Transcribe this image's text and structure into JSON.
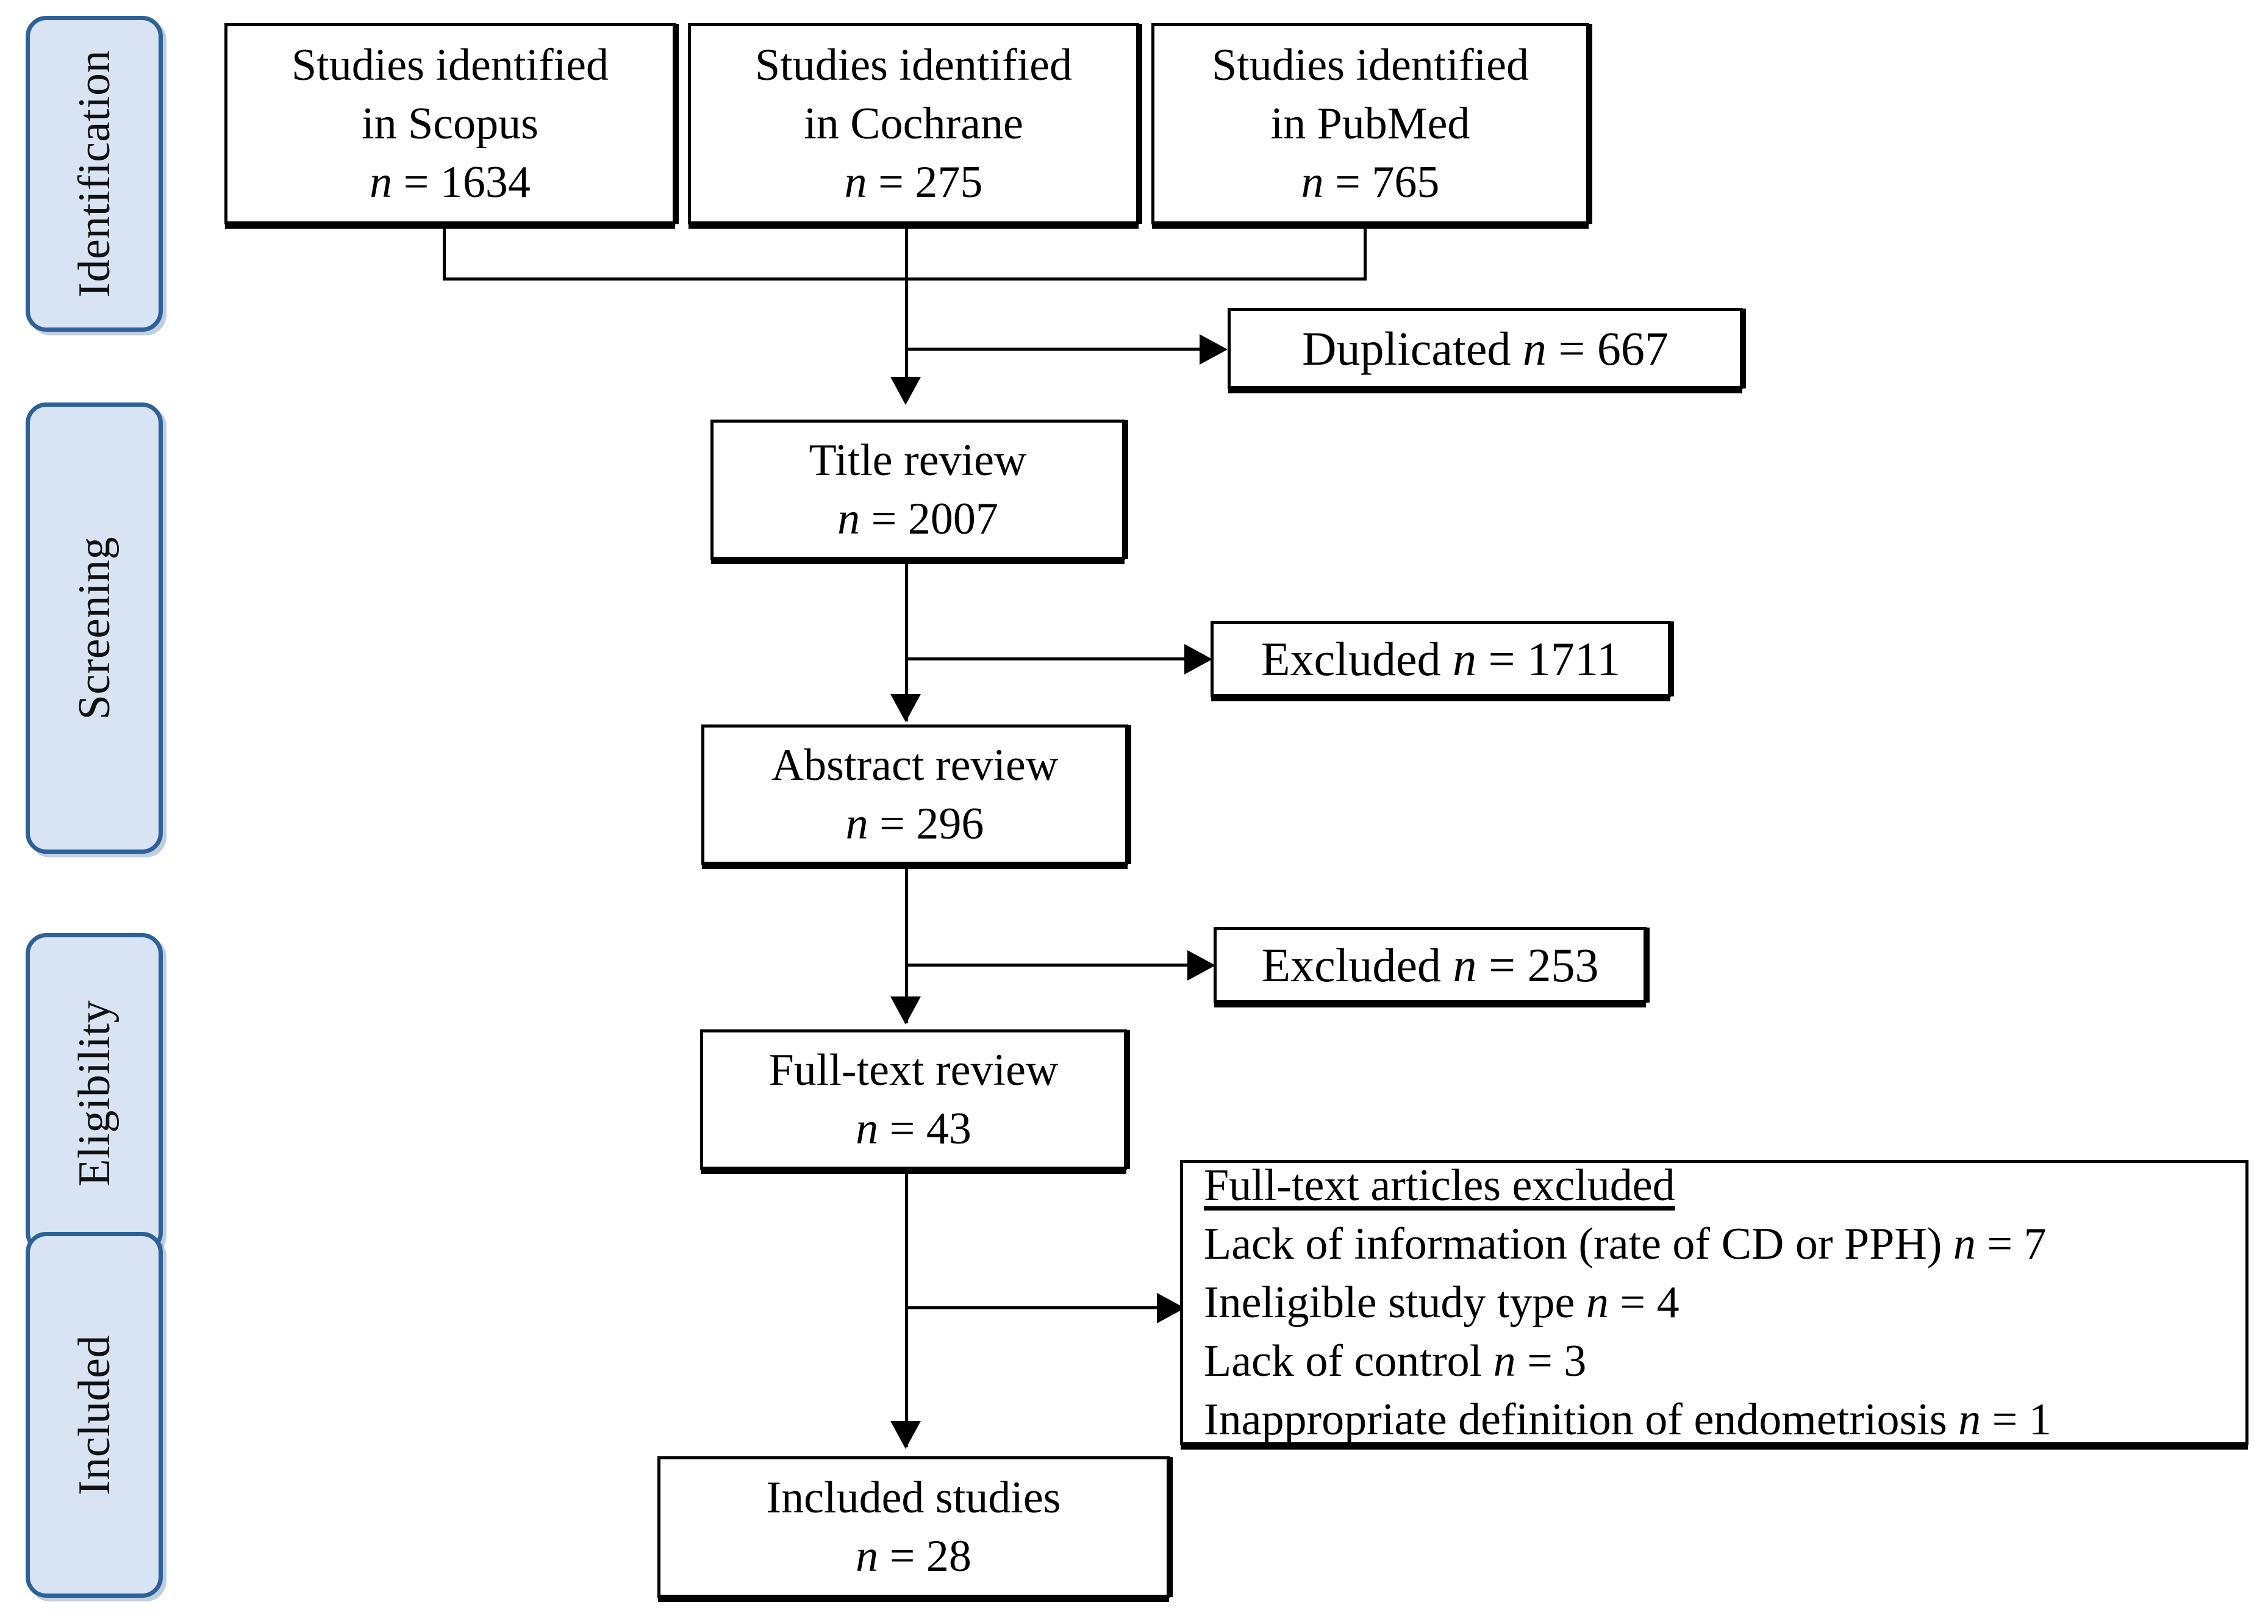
{
  "diagram": {
    "type": "prisma-flow-diagram",
    "title": "",
    "colors": {
      "stage_chip_fill": "#d8e3f3",
      "stage_chip_border": "#2e6099",
      "node_border": "#000000",
      "node_fill": "#ffffff",
      "text": "#000000"
    }
  },
  "stages": [
    {
      "label": "Identification"
    },
    {
      "label": "Screening"
    },
    {
      "label": "Eligibility"
    },
    {
      "label": "Included"
    }
  ],
  "sources": [
    {
      "line1": "Studies identified",
      "line2": "in Scopus",
      "n_label": "n",
      "n_sep": " = ",
      "n_value": "1634"
    },
    {
      "line1": "Studies identified",
      "line2": "in Cochrane",
      "n_label": "n",
      "n_sep": " = ",
      "n_value": "275"
    },
    {
      "line1": "Studies identified",
      "line2": "in PubMed",
      "n_label": "n",
      "n_sep": " = ",
      "n_value": "765"
    }
  ],
  "flow": {
    "duplicated": {
      "text": "Duplicated",
      "n_label": "n",
      "n_sep": " = ",
      "n_value": "667"
    },
    "title_review": {
      "line1": "Title review",
      "n_label": "n",
      "n_sep": " = ",
      "n_value": "2007"
    },
    "excluded_title": {
      "text": "Excluded",
      "n_label": "n",
      "n_sep": " = ",
      "n_value": "1711"
    },
    "abstract_review": {
      "line1": "Abstract review",
      "n_label": "n",
      "n_sep": " = ",
      "n_value": "296"
    },
    "excluded_abstract": {
      "text": "Excluded",
      "n_label": "n",
      "n_sep": " = ",
      "n_value": "253"
    },
    "fulltext_review": {
      "line1": "Full-text review",
      "n_label": "n",
      "n_sep": " = ",
      "n_value": "43"
    },
    "included_studies": {
      "line1": "Included studies",
      "n_label": "n",
      "n_sep": " = ",
      "n_value": "28"
    }
  },
  "excluded_reasons": {
    "heading": "Full-text articles excluded",
    "items": [
      {
        "text": "Lack of information (rate of CD or PPH)",
        "n_label": "n",
        "n_sep": " = ",
        "n_value": "7"
      },
      {
        "text": "Ineligible study type",
        "n_label": "n",
        "n_sep": " = ",
        "n_value": "4"
      },
      {
        "text": "Lack of control",
        "n_label": "n",
        "n_sep": " = ",
        "n_value": "3"
      },
      {
        "text": "Inappropriate definition of endometriosis",
        "n_label": "n",
        "n_sep": " = ",
        "n_value": "1"
      }
    ]
  }
}
